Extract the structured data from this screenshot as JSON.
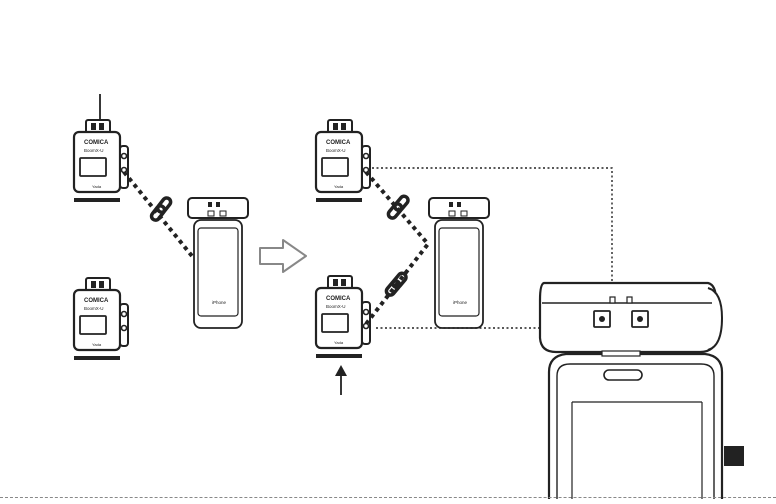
{
  "transmitter": {
    "brand_label": "COMICA",
    "model_label": "BoomX-U",
    "footer_label": "Yada"
  },
  "receiver": {
    "footer_label": "iPhone"
  },
  "colors": {
    "ink": "#222222",
    "background": "#ffffff",
    "badge": "#222222"
  },
  "icons": {
    "link": "chain-link-icon",
    "arrow": "hollow-right-arrow-icon"
  }
}
